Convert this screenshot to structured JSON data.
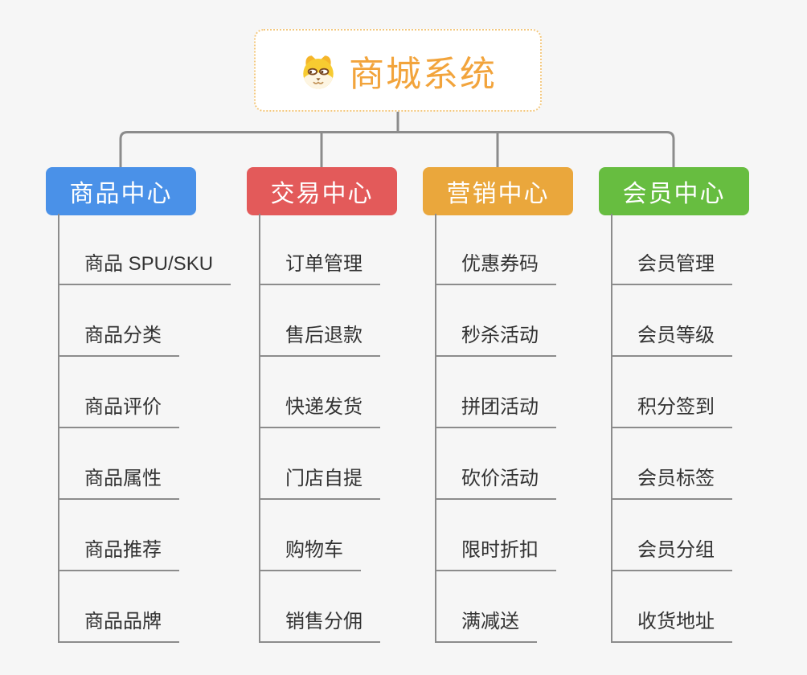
{
  "root": {
    "title": "商城系统",
    "icon": "dog-face-icon"
  },
  "branches": [
    {
      "id": "product-center",
      "label": "商品中心",
      "color": "#4a91e8",
      "items": [
        "商品 SPU/SKU",
        "商品分类",
        "商品评价",
        "商品属性",
        "商品推荐",
        "商品品牌"
      ]
    },
    {
      "id": "trade-center",
      "label": "交易中心",
      "color": "#e35a5a",
      "items": [
        "订单管理",
        "售后退款",
        "快递发货",
        "门店自提",
        "购物车",
        "销售分佣"
      ]
    },
    {
      "id": "marketing-center",
      "label": "营销中心",
      "color": "#eaa73c",
      "items": [
        "优惠券码",
        "秒杀活动",
        "拼团活动",
        "砍价活动",
        "限时折扣",
        "满减送"
      ]
    },
    {
      "id": "member-center",
      "label": "会员中心",
      "color": "#67bd40",
      "items": [
        "会员管理",
        "会员等级",
        "积分签到",
        "会员标签",
        "会员分组",
        "收货地址"
      ]
    }
  ],
  "colors": {
    "background": "#f6f6f6",
    "connector": "#8c8c8c",
    "root_text": "#f2a43c",
    "root_border": "#f3c87f",
    "root_background": "#ffffff",
    "branch_label_text": "#ffffff",
    "item_text": "#333333"
  }
}
